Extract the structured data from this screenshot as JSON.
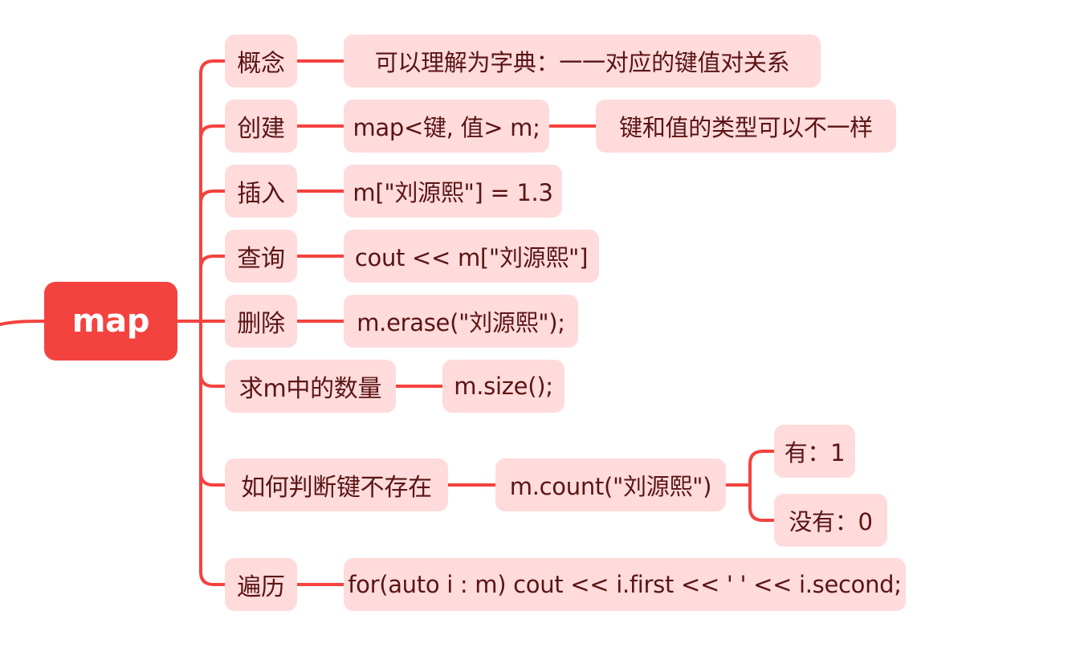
{
  "root": {
    "label": "map"
  },
  "branches": [
    {
      "label": "概念",
      "children": [
        {
          "label": "可以理解为字典：一一对应的键值对关系"
        }
      ]
    },
    {
      "label": "创建",
      "children": [
        {
          "label": "map<键, 值> m;",
          "children": [
            {
              "label": "键和值的类型可以不一样"
            }
          ]
        }
      ]
    },
    {
      "label": "插入",
      "children": [
        {
          "label": "m[\"刘源熙\"] = 1.3"
        }
      ]
    },
    {
      "label": "查询",
      "children": [
        {
          "label": "cout << m[\"刘源熙\"]"
        }
      ]
    },
    {
      "label": "删除",
      "children": [
        {
          "label": "m.erase(\"刘源熙\");"
        }
      ]
    },
    {
      "label": "求m中的数量",
      "children": [
        {
          "label": "m.size();"
        }
      ]
    },
    {
      "label": "如何判断键不存在",
      "children": [
        {
          "label": "m.count(\"刘源熙\")",
          "children": [
            {
              "label": "有：1"
            },
            {
              "label": "没有：0"
            }
          ]
        }
      ]
    },
    {
      "label": "遍历",
      "children": [
        {
          "label": "for(auto i : m) cout << i.first << ' ' << i.second;"
        }
      ]
    }
  ],
  "colors": {
    "line": "#f4433f",
    "root_fill": "#f4433f",
    "node_fill": "#ffdbdb",
    "node_text": "#5a1414"
  }
}
